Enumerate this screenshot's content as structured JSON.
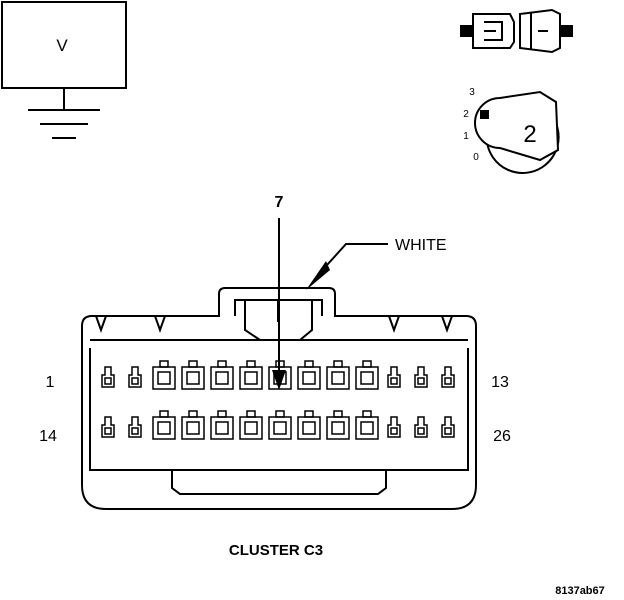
{
  "meter_symbol": "V",
  "switch_positions": [
    "3",
    "2",
    "1",
    "0"
  ],
  "ignition_key_label": "2",
  "pin_callout": "7",
  "wire_color_label": "WHITE",
  "pin_labels": {
    "top_left": "1",
    "top_right": "13",
    "bottom_left": "14",
    "bottom_right": "26"
  },
  "connector_name": "CLUSTER C3",
  "figure_code": "8137ab67",
  "colors": {
    "line": "#000000",
    "background": "#ffffff"
  }
}
